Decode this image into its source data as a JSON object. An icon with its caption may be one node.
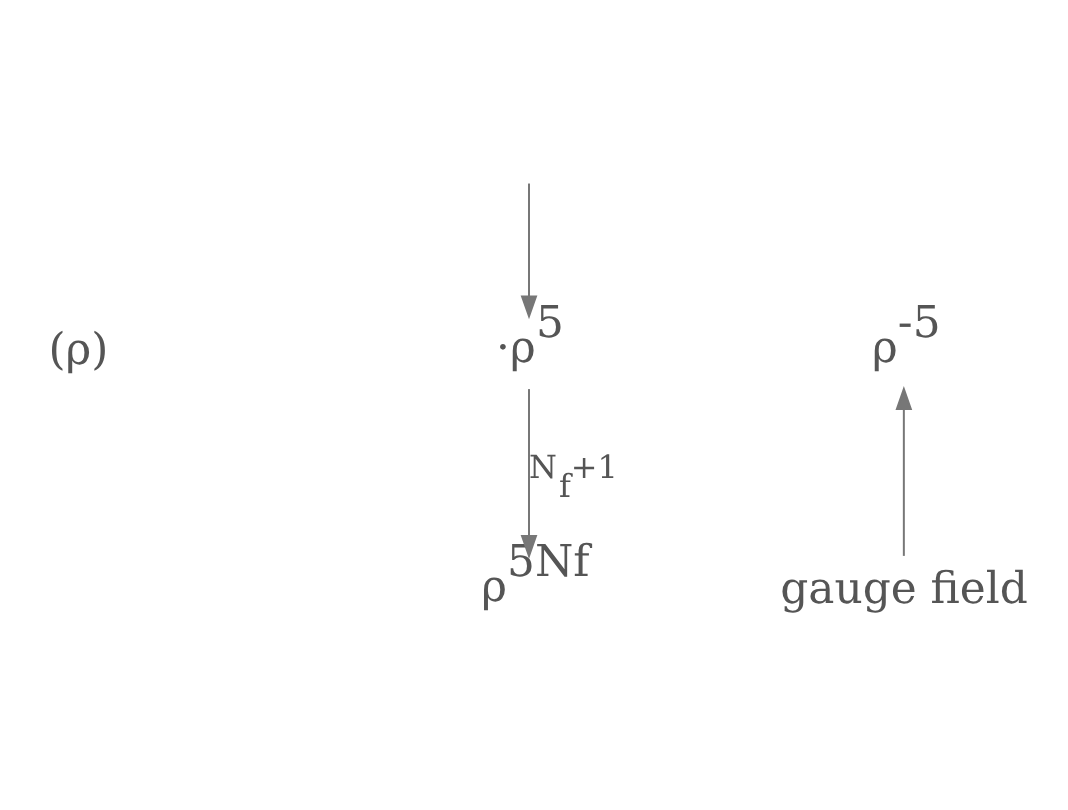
{
  "diagram": {
    "nodes": [
      {
        "text": [
          "·ρ$^{5}$"
        ]
      },
      {
        "text": [
          "ρ$^{-5}$"
        ]
      },
      {
        "text": [
          "ρ$^{5Nf}$"
        ]
      },
      {
        "text": [
          "gauge field"
        ]
      }
    ],
    "edges": [
      {
        "from": null,
        "to": 0,
        "arrow": "to"
      },
      {
        "from": 0,
        "to": 2,
        "arrow": "to",
        "label": "N$_{f}$+1"
      },
      {
        "from": 3,
        "to": 1,
        "arrow": "to"
      }
    ],
    "labels": [
      "(ρ)"
    ]
  }
}
